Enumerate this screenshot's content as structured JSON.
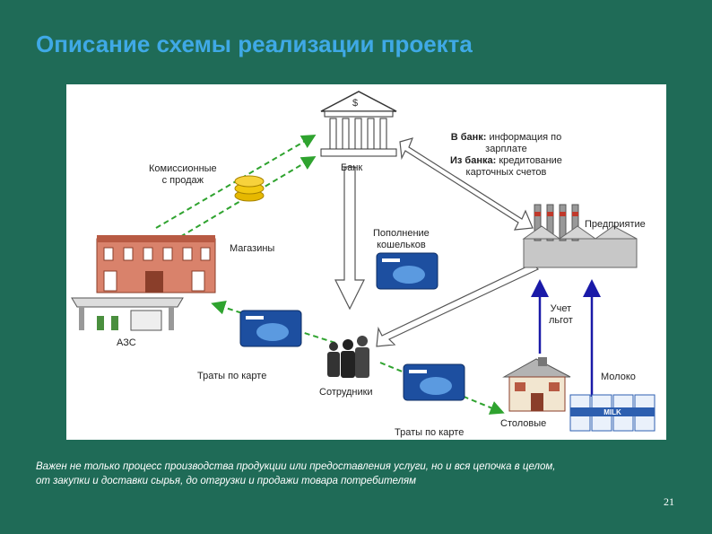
{
  "title": "Описание схемы реализации проекта",
  "labels": {
    "bank": "Банк",
    "bank_symbol": "$",
    "bank_info_line1_bold": "В банк:",
    "bank_info_line1": " информация по",
    "bank_info_line2": "зарплате",
    "bank_info_line3_bold": "Из банка:",
    "bank_info_line3": " кредитование",
    "bank_info_line4": "карточных счетов",
    "commission_line1": "Комиссионные",
    "commission_line2": "с продаж",
    "enterprise": "Предприятие",
    "shops": "Магазины",
    "replenish_line1": "Пополнение",
    "replenish_line2": "кошельков",
    "gas_station": "АЗС",
    "accounting_line1": "Учет",
    "accounting_line2": "льгот",
    "card_spend_left": "Траты по карте",
    "employees": "Сотрудники",
    "milk": "Молоко",
    "canteens": "Столовые",
    "card_spend_bottom": "Траты по карте",
    "milk_brand": "MILK"
  },
  "caption_line1": "Важен не только процесс производства продукции или предоставления услуги, но и вся цепочка в целом,",
  "caption_line2": "от закупки и доставки сырья, до отгрузки и продажи товара потребителям",
  "page_number": "21",
  "colors": {
    "background": "#1f6b57",
    "title": "#3fa9e6",
    "green_arrow": "#2fa32f",
    "blue_arrow": "#1a1aa8"
  },
  "icons": [
    "bank-icon",
    "coins-icon",
    "factory-icon",
    "shop-building-icon",
    "card-icon",
    "gas-station-icon",
    "people-icon",
    "canteen-house-icon",
    "milk-cartons-icon"
  ]
}
